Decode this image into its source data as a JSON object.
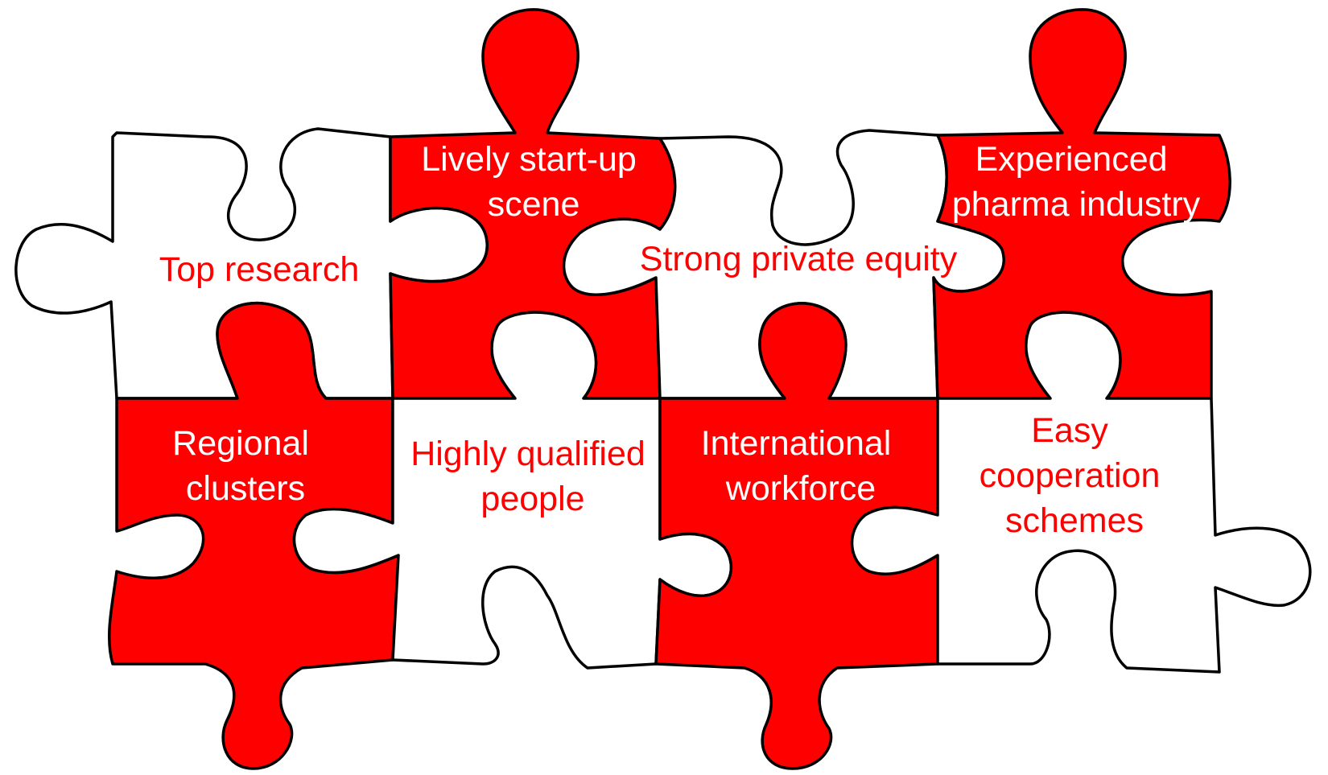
{
  "colors": {
    "accent": "#ff0000",
    "white": "#ffffff",
    "outline": "#000000"
  },
  "pieces": [
    {
      "id": "top-research",
      "fill": "red-on-white",
      "lines": [
        "Top research"
      ]
    },
    {
      "id": "lively-start-up-scene",
      "fill": "white-on-red",
      "lines": [
        "Lively start-up",
        "scene"
      ]
    },
    {
      "id": "strong-private-equity",
      "fill": "red-on-white",
      "lines": [
        "Strong private equity"
      ]
    },
    {
      "id": "experienced-pharma-industry",
      "fill": "white-on-red",
      "lines": [
        "Experienced",
        "pharma industry"
      ]
    },
    {
      "id": "regional-clusters",
      "fill": "white-on-red",
      "lines": [
        "Regional",
        "clusters"
      ]
    },
    {
      "id": "highly-qualified-people",
      "fill": "red-on-white",
      "lines": [
        "Highly qualified",
        "people"
      ]
    },
    {
      "id": "international-workforce",
      "fill": "white-on-red",
      "lines": [
        "International",
        "workforce"
      ]
    },
    {
      "id": "easy-cooperation-schemes",
      "fill": "red-on-white",
      "lines": [
        "Easy",
        "cooperation",
        "schemes"
      ]
    }
  ]
}
